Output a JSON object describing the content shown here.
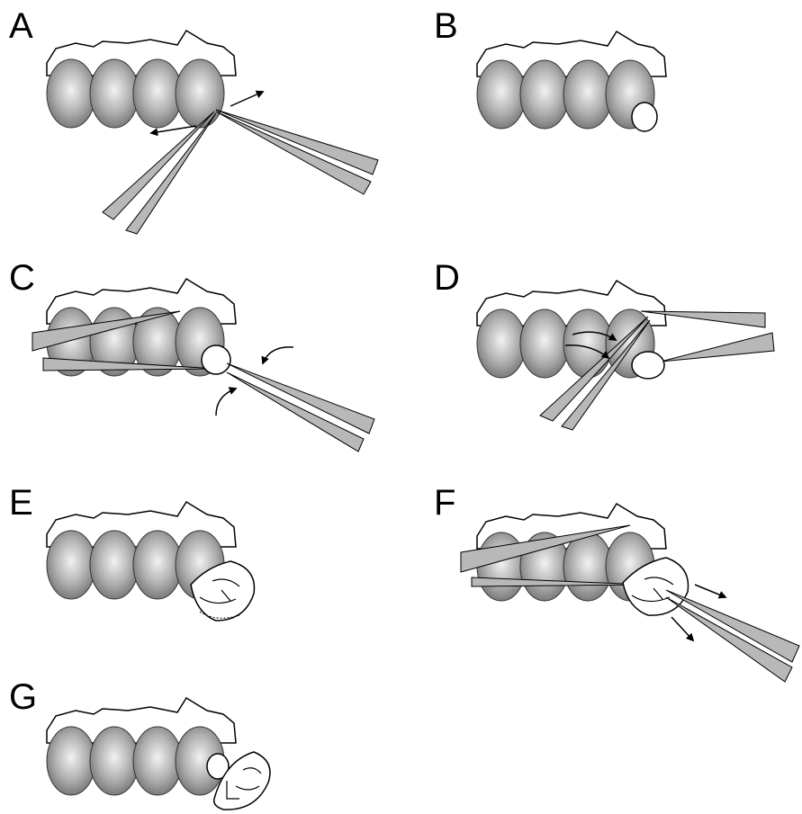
{
  "figure": {
    "panels": [
      {
        "id": "A",
        "label": "A"
      },
      {
        "id": "B",
        "label": "B"
      },
      {
        "id": "C",
        "label": "C"
      },
      {
        "id": "D",
        "label": "D"
      },
      {
        "id": "E",
        "label": "E"
      },
      {
        "id": "F",
        "label": "F"
      },
      {
        "id": "G",
        "label": "G"
      }
    ],
    "colors": {
      "background": "#ffffff",
      "outline": "#000000",
      "pipette_fill": "#b8b8b8",
      "ball_fill": "#ffffff",
      "tissue_fill": "#ffffff",
      "sphere_highlight": "#f2f2f2",
      "sphere_shadow": "#707070"
    },
    "icons": [
      "sphere-row",
      "cut-wall",
      "glass-pipette",
      "direction-arrow",
      "detached-ball",
      "embryo-fragment"
    ]
  }
}
